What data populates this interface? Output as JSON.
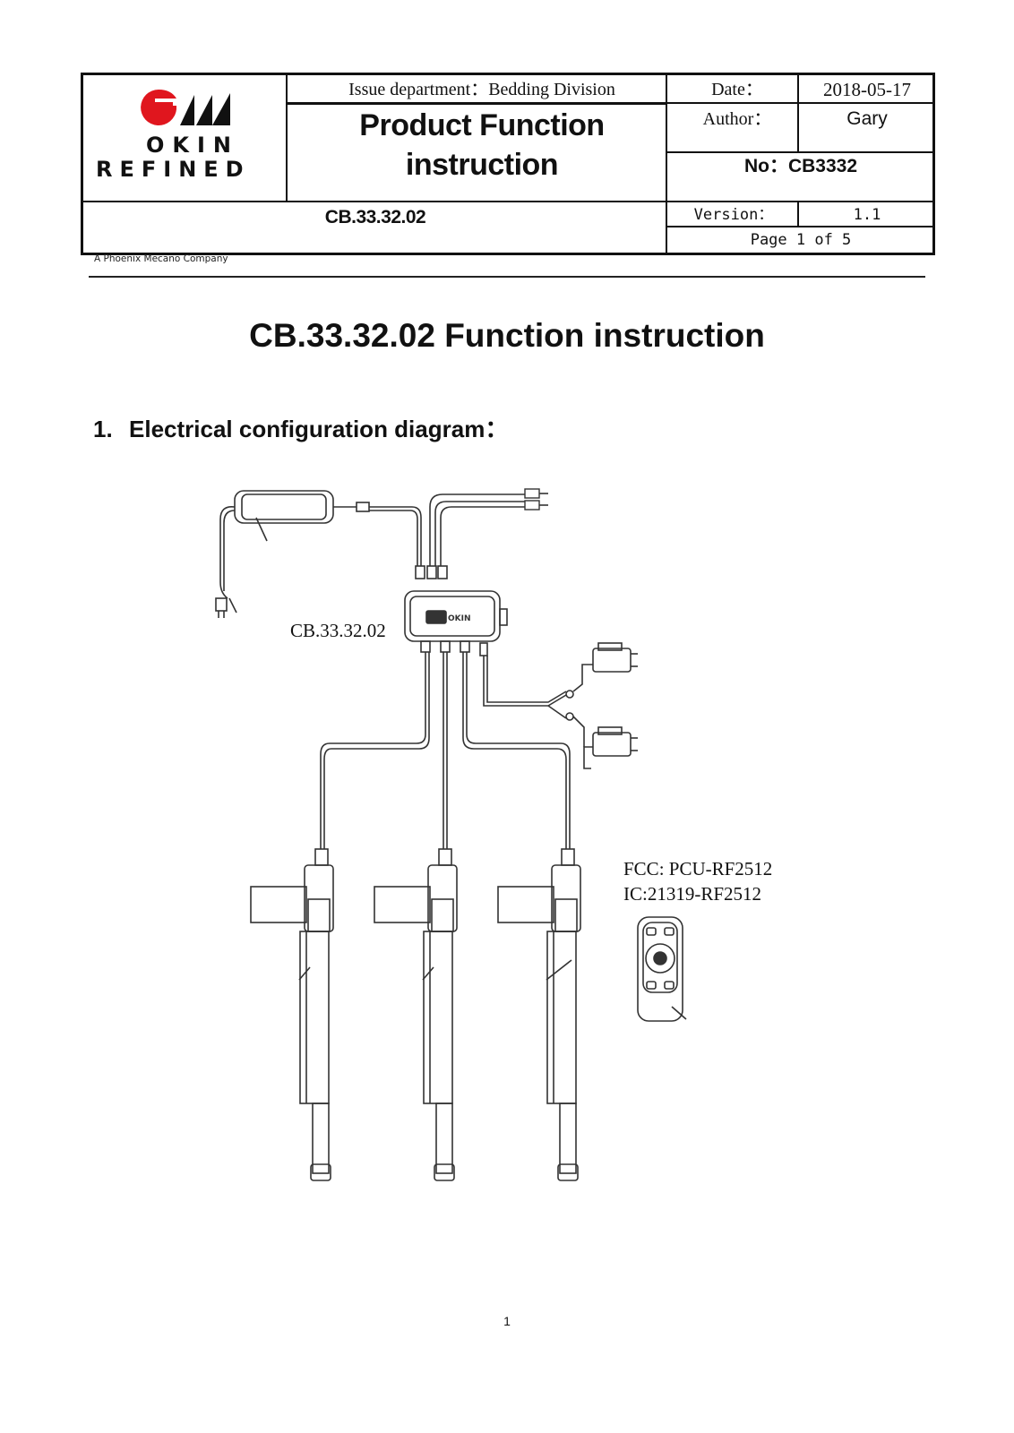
{
  "header": {
    "logo": {
      "line1": "OKIN",
      "line2": "REFINED",
      "tagline": "A Phoenix Mecano Company"
    },
    "issue_department": "Issue department：Bedding Division",
    "title": "Product Function instruction",
    "date_label": "Date：",
    "date_value": "2018-05-17",
    "author_label": "Author：",
    "author_value": "Gary",
    "number": "No：CB3332",
    "product_code": "CB.33.32.02",
    "version_label": "Version：",
    "version_value": "1.1",
    "page": "Page 1 of 5"
  },
  "document": {
    "title": "CB.33.32.02  Function instruction",
    "section_number": "1.",
    "section_title": "Electrical configuration diagram："
  },
  "diagram": {
    "control_box_label": "CB.33.32.02",
    "remote_fcc": "FCC: PCU-RF2512",
    "remote_ic": "IC:21319-RF2512",
    "box_logo_text": "OKIN"
  },
  "footer": {
    "page_number": "1"
  },
  "colors": {
    "logo_red": "#e0161e",
    "ink": "#111111"
  }
}
